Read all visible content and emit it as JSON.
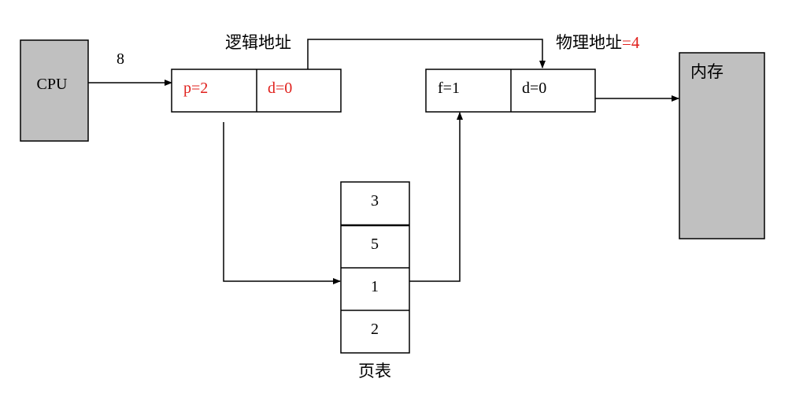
{
  "cpu": {
    "label": "CPU"
  },
  "cpu_output": {
    "label": "8"
  },
  "logical_address": {
    "title": "逻辑地址",
    "page_field": "p=2",
    "offset_field": "d=0"
  },
  "physical_address": {
    "title_prefix": "物理地址",
    "title_value": "=4",
    "frame_field": "f=1",
    "offset_field": "d=0"
  },
  "memory": {
    "label": "内存"
  },
  "page_table": {
    "caption": "页表",
    "entries": [
      "3",
      "5",
      "1",
      "2"
    ]
  },
  "colors": {
    "highlight": "#e0201c",
    "box_fill_gray": "#c0c0c0",
    "stroke": "#000000"
  }
}
